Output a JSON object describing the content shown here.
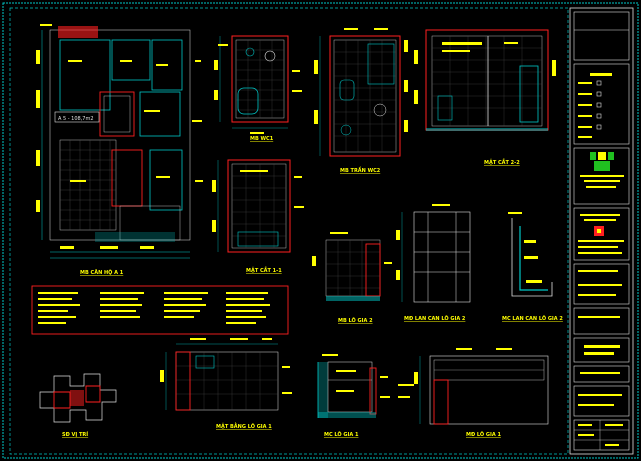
{
  "drawing": {
    "area_tag": "A 5 - 108,7m2",
    "views": [
      {
        "id": "plan",
        "label": "MB CĂN HỘ A 1"
      },
      {
        "id": "wc1",
        "label": "MB WC1"
      },
      {
        "id": "wc2",
        "label": "MB TRẦN WC2"
      },
      {
        "id": "sec22",
        "label": "MẶT CẮT 2-2"
      },
      {
        "id": "sec11",
        "label": "MẶT CẮT 1-1"
      },
      {
        "id": "logia2",
        "label": "MB LÔ GIA 2"
      },
      {
        "id": "railing2a",
        "label": "MĐ LAN CAN LÔ GIA 2"
      },
      {
        "id": "railing2b",
        "label": "MC LAN CAN LÔ GIA 2"
      },
      {
        "id": "keyplan",
        "label": "SĐ VỊ TRÍ"
      },
      {
        "id": "logia1plan",
        "label": "MẶT BẰNG LÔ GIA 1"
      },
      {
        "id": "logia1sec",
        "label": "MC LÔ GIA 1"
      },
      {
        "id": "logia1elev",
        "label": "MĐ LÔ GIA 1"
      }
    ]
  },
  "colors": {
    "background": "#000000",
    "text": "#ffff00",
    "frame": "#00c8c8",
    "wall": "#ff2020",
    "line": "#e0e0e0",
    "stamp_green": "#20c020",
    "stamp_yellow": "#ffff00",
    "stamp_red": "#ff2020"
  }
}
